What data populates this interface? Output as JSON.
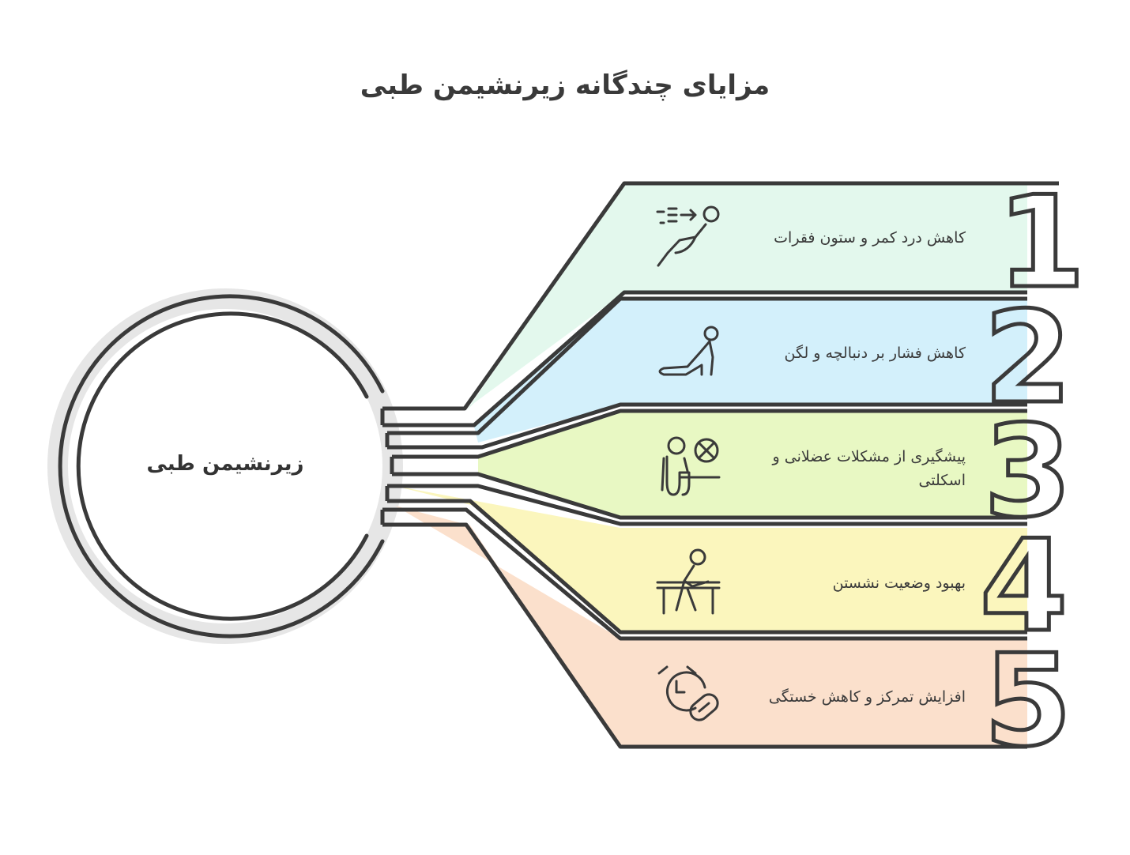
{
  "title": "مزایای چندگانه زیرنشیمن طبی",
  "hub": {
    "label": "زیرنشیمن طبی"
  },
  "items": [
    {
      "number": "1",
      "label": "کاهش درد کمر و ستون فقرات",
      "icon": "back-pain-person-icon",
      "color": "#e3f8ed"
    },
    {
      "number": "2",
      "label": "کاهش فشار بر دنبالچه و لگن",
      "icon": "stretching-person-icon",
      "color": "#d3f0fb"
    },
    {
      "number": "3",
      "label": "پیشگیری از مشکلات عضلانی و اسکلتی",
      "icon": "sitting-person-no-icon",
      "color": "#e8f8c3"
    },
    {
      "number": "4",
      "label": "بهبود وضعیت نشستن",
      "icon": "person-at-desk-icon",
      "color": "#fbf6bd"
    },
    {
      "number": "5",
      "label": "افزایش تمرکز و کاهش خستگی",
      "icon": "alarm-clock-pill-icon",
      "color": "#fbe0cc"
    }
  ],
  "colors": {
    "outline": "#3a3a3a",
    "hub_shadow": "#e6e6e6"
  }
}
